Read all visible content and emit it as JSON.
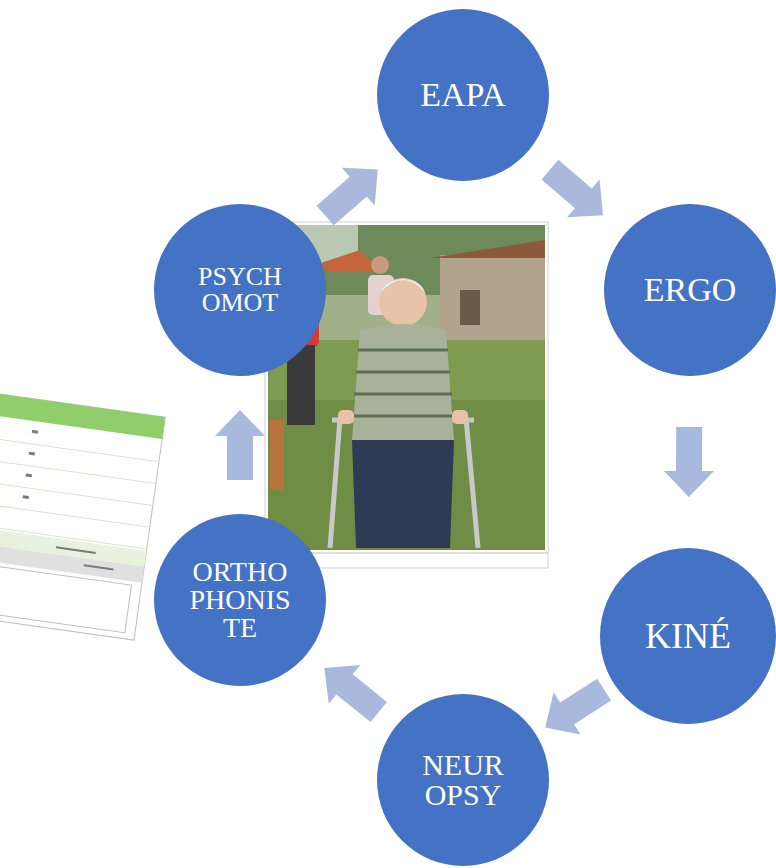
{
  "diagram": {
    "nodes": [
      {
        "text": [
          "EAPA"
        ]
      },
      {
        "text": [
          "ERGO"
        ]
      },
      {
        "text": [
          "KINÉ"
        ]
      },
      {
        "text": [
          "NEUR OPSY"
        ]
      },
      {
        "text": [
          "ORTHO PHONIS TE"
        ]
      },
      {
        "text": [
          "PSYCH OMOT"
        ]
      }
    ],
    "edges": [
      {
        "from": 0,
        "to": 1,
        "arrow": "to"
      },
      {
        "from": 1,
        "to": 2,
        "arrow": "to"
      },
      {
        "from": 2,
        "to": 3,
        "arrow": "to"
      },
      {
        "from": 3,
        "to": 4,
        "arrow": "to"
      },
      {
        "from": 4,
        "to": 5,
        "arrow": "to"
      },
      {
        "from": 5,
        "to": 0,
        "arrow": "to"
      }
    ]
  }
}
